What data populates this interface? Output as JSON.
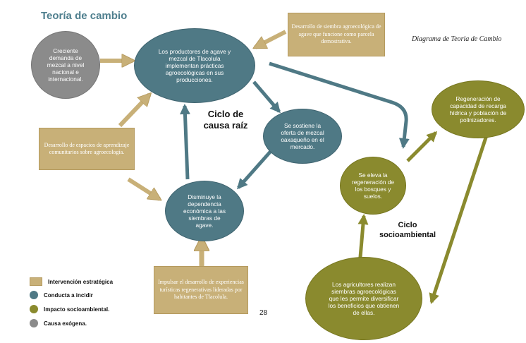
{
  "heading": "Teoría de cambio",
  "side_title": "Diagrama de Teoria de Cambio",
  "nodes": {
    "exogenous_demand": "Creciente demanda de mezcal a nivel nacional e internacional.",
    "producers_implement": "Los productores de agave y mezcal de Tlacolula implementan prácticas agroecológicas en sus producciones.",
    "sustained_supply": "Se sostiene la oferta de mezcal oaxaqueño en el mercado.",
    "reduced_dependency": "Disminuye la dependencia económica a las siembras de agave.",
    "forest_regeneration": "Se eleva la regeneración de los bosques y suelos.",
    "water_recharge": "Regeneración de capacidad de recarga hídrica y población de polinizadores.",
    "farmers_diversify": "Los agricultores realizan siembras agroecológicas que les permite diversificar los beneficios que obtienen de ellas."
  },
  "interventions": {
    "demo_plot": "Desarrollo de siembra agroecológica de agave que funcione como parcela demostrativa.",
    "learning_spaces": "Desarrollo de espacios de aprendizaje comunitarios sobre agroecología.",
    "tourism": "Impulsar el desarrollo de experiencias turísticas regenerativas lideradas por habitantes de Tlacolula."
  },
  "cycles": {
    "root_cause": "Ciclo de causa raíz",
    "socio_environmental": "Ciclo socioambiental"
  },
  "legend": {
    "strategic": "Intervención estratégica",
    "conduct": "Conducta a incidir",
    "impact": "Impacto socioambiental.",
    "exogenous": "Causa exógena."
  },
  "colors": {
    "teal": "#4f7985",
    "olive": "#8a8a2e",
    "gray": "#8b8b8b",
    "tan": "#c8b078",
    "heading": "#4f7f8e"
  },
  "page_number": "28"
}
